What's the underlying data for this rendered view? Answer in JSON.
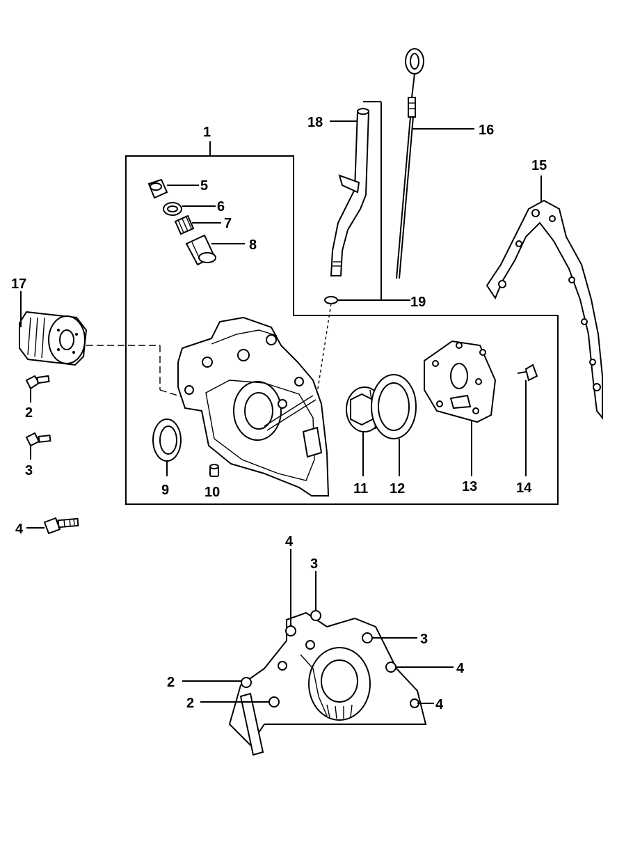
{
  "diagram": {
    "callouts": {
      "c1": "1",
      "c2a": "2",
      "c3a": "3",
      "c4a": "4",
      "c5": "5",
      "c6": "6",
      "c7": "7",
      "c8": "8",
      "c9": "9",
      "c10": "10",
      "c11": "11",
      "c12": "12",
      "c13": "13",
      "c14": "14",
      "c15": "15",
      "c16": "16",
      "c17": "17",
      "c18": "18",
      "c19": "19"
    },
    "assembly_callouts": {
      "top_4": "4",
      "top_3": "3",
      "right_3": "3",
      "right_4_upper": "4",
      "right_4_lower": "4",
      "left_2_upper": "2",
      "left_2_lower": "2"
    }
  }
}
